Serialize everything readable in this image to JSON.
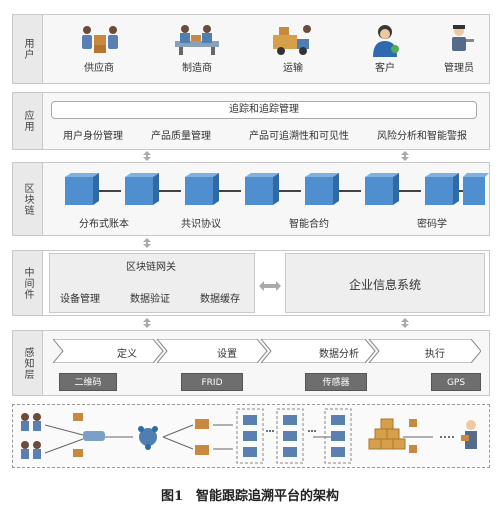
{
  "layers": {
    "user": "用户",
    "application": "应用",
    "blockchain": "区块链",
    "middleware": "中间件",
    "perception": "感知层"
  },
  "actors": [
    {
      "label": "供应商",
      "icon": "supplier-icon"
    },
    {
      "label": "制造商",
      "icon": "manufacturer-icon"
    },
    {
      "label": "运输",
      "icon": "transport-icon"
    },
    {
      "label": "客户",
      "icon": "customer-icon"
    },
    {
      "label": "管理员",
      "icon": "admin-icon"
    }
  ],
  "application": {
    "header": "追踪和追踪管理",
    "items": [
      "用户身份管理",
      "产品质量管理",
      "产品可追溯性和可见性",
      "风险分析和智能警报"
    ]
  },
  "blockchain": {
    "labels": [
      "分布式账本",
      "共识协议",
      "智能合约",
      "密码学"
    ]
  },
  "middleware": {
    "gateway": "区块链网关",
    "items": [
      "设备管理",
      "数据验证",
      "数据缓存"
    ],
    "enterprise": "企业信息系统"
  },
  "perception": {
    "steps": [
      "定义",
      "设置",
      "数据分析",
      "执行"
    ],
    "sensors": [
      "二维码",
      "FRID",
      "传感器",
      "GPS"
    ]
  },
  "caption": "图1　智能跟踪追溯平台的架构",
  "colors": {
    "cube": "#4f8fcf",
    "cube_dark": "#2f6aa6",
    "sensor": "#6e6e6e"
  }
}
